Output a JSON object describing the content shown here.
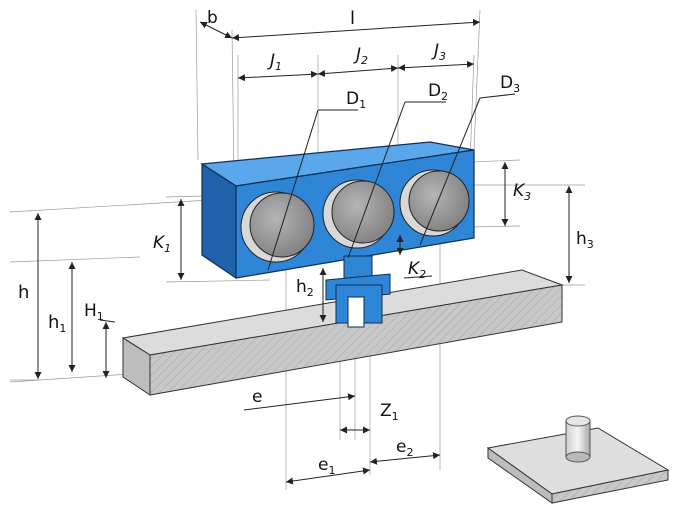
{
  "labels": {
    "b": "b",
    "l": "l",
    "j1": "J",
    "j1_sub": "1",
    "j2": "J",
    "j2_sub": "2",
    "j3": "J",
    "j3_sub": "3",
    "d1": "D",
    "d1_sub": "1",
    "d2": "D",
    "d2_sub": "2",
    "d3": "D",
    "d3_sub": "3",
    "k1": "K",
    "k1_sub": "1",
    "k2": "K",
    "k2_sub": "2",
    "k3": "K",
    "k3_sub": "3",
    "h": "h",
    "h1": "h",
    "h1_sub": "1",
    "H1": "H",
    "H1_sub": "1",
    "h2": "h",
    "h2_sub": "2",
    "h3": "h",
    "h3_sub": "3",
    "e": "e",
    "e1": "e",
    "e1_sub": "1",
    "e2": "e",
    "e2_sub": "2",
    "z1": "Z",
    "z1_sub": "1"
  },
  "colors": {
    "block_front": "#2f86d6",
    "block_top": "#5aa7ec",
    "block_side": "#1f63ad",
    "disc": "#8f8f8f",
    "base": "#bdbdbd"
  }
}
